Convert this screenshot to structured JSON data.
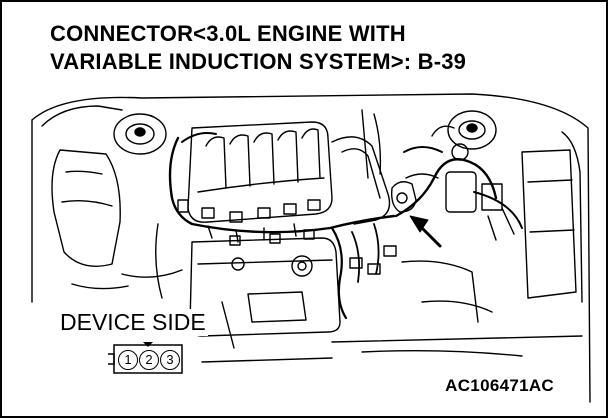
{
  "title": {
    "line1": "CONNECTOR<3.0L ENGINE WITH",
    "line2": "VARIABLE INDUCTION SYSTEM>: B-39"
  },
  "device_side": {
    "label": "DEVICE SIDE",
    "pins": [
      "1",
      "2",
      "3"
    ]
  },
  "figure_code": "AC106471AC"
}
